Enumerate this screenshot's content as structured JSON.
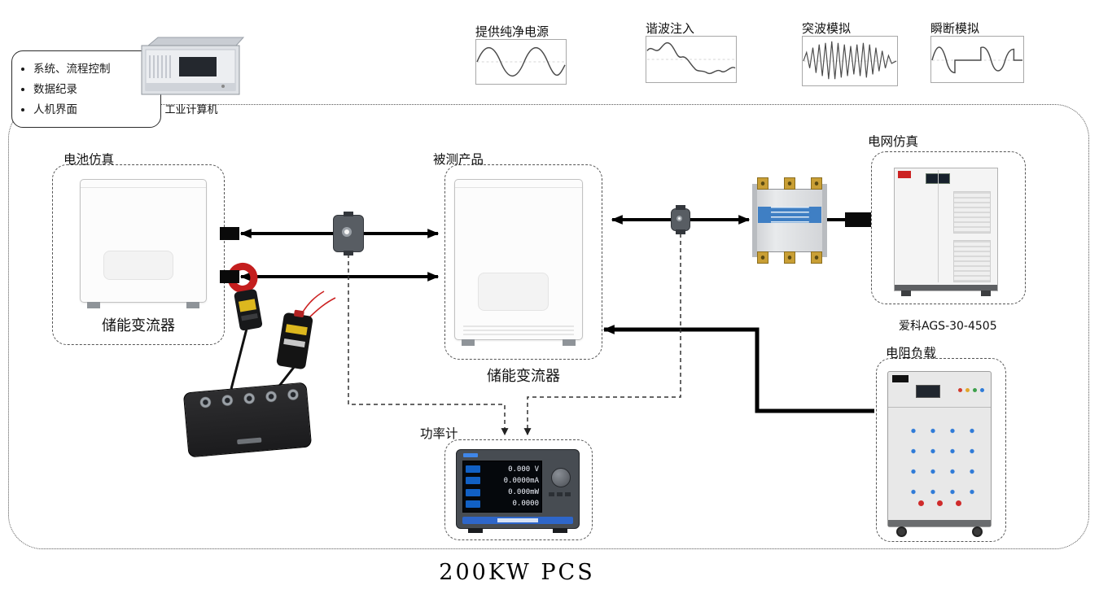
{
  "diagram_title": "200KW PCS",
  "computer": {
    "features": [
      "系统、流程控制",
      "数据纪录",
      "人机界面"
    ],
    "label": "工业计算机"
  },
  "waveforms": [
    {
      "label": "提供纯净电源"
    },
    {
      "label": "谐波注入"
    },
    {
      "label": "突波模拟"
    },
    {
      "label": "瞬断模拟"
    }
  ],
  "battery_sim": {
    "title": "电池仿真",
    "device": "储能变流器"
  },
  "dut": {
    "title": "被测产品",
    "device": "储能变流器"
  },
  "grid_sim": {
    "title": "电网仿真",
    "model": "爱科AGS-30-4505"
  },
  "load": {
    "title": "电阻负载"
  },
  "power_meter": {
    "title": "功率计",
    "readings": [
      "0.000 V",
      "0.0000mA",
      "0.000mW",
      "0.0000"
    ]
  },
  "colors": {
    "accent_blue": "#2f7bd8",
    "clamp_red": "#c41e1e",
    "line_black": "#000000"
  }
}
